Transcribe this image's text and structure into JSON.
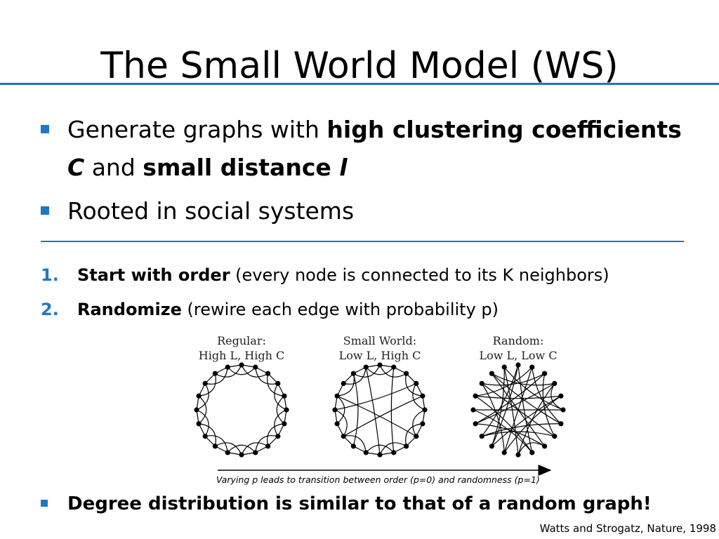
{
  "slide": {
    "title": "The Small World Model (WS)",
    "bullets": [
      {
        "prefix": "Generate graphs with ",
        "bold1": "high clustering coefficients",
        "italic_c": "C",
        "mid": " and ",
        "bold2": "small distance ",
        "italic_l": "l"
      },
      {
        "text": "Rooted in social systems"
      }
    ],
    "steps": [
      {
        "number": "1.",
        "bold": "Start with order",
        "rest": " (every node is connected to its K neighbors)"
      },
      {
        "number": "2.",
        "bold": "Randomize",
        "rest": " (rewire each edge with probability p)"
      }
    ],
    "figure": {
      "panels": [
        {
          "line1": "Regular:",
          "line2": "High L, High C"
        },
        {
          "line1": "Small World:",
          "line2": "Low L, High C"
        },
        {
          "line1": "Random:",
          "line2": "Low L, Low C"
        }
      ],
      "caption": "Varying p leads to transition between order (p=0) and randomness (p=1)"
    },
    "final_bullet": "Degree distribution is similar to that of a random graph!",
    "citation": "Watts and Strogatz, Nature, 1998"
  }
}
